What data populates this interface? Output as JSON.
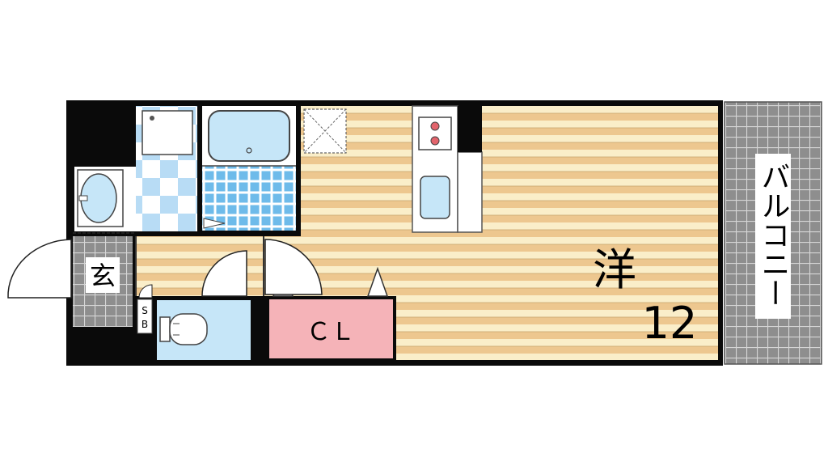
{
  "rooms": {
    "western": {
      "label": "洋",
      "size": "12"
    },
    "entrance": {
      "label": "玄"
    },
    "closet": {
      "label": "ＣＬ"
    },
    "shoebox": {
      "label_top": "S",
      "label_bottom": "B"
    },
    "balcony": {
      "label": "バルコニー"
    }
  },
  "colors": {
    "wall": "#0a0a0a",
    "floor_light": "#faeec9",
    "floor_dark": "#edc78f",
    "water": "#c6e6f8",
    "tile_blue": "#b8dcf5",
    "closet": "#f5b3b8",
    "balcony_tile": "#8c8c8c",
    "entrance_tile": "#8c8c8c",
    "stove_burner": "#e2646c"
  },
  "icons": [
    "door-swing-icon",
    "stove-icon",
    "sink-icon",
    "bathtub-icon",
    "toilet-icon",
    "washbasin-icon",
    "shower-icon",
    "washer-pan-icon"
  ]
}
